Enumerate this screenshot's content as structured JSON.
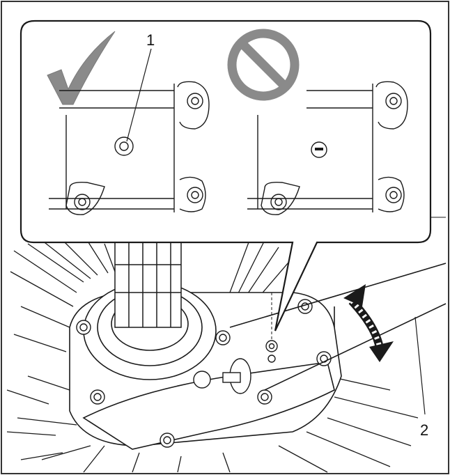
{
  "callouts": [
    {
      "id": "1",
      "text": "1"
    },
    {
      "id": "2",
      "text": "2"
    }
  ],
  "icons": {
    "correct": "check-mark-icon",
    "incorrect": "prohibited-icon"
  },
  "colors": {
    "line": "#1a1a1a",
    "icon_gray": "#8a8a8a",
    "background": "#ffffff"
  }
}
